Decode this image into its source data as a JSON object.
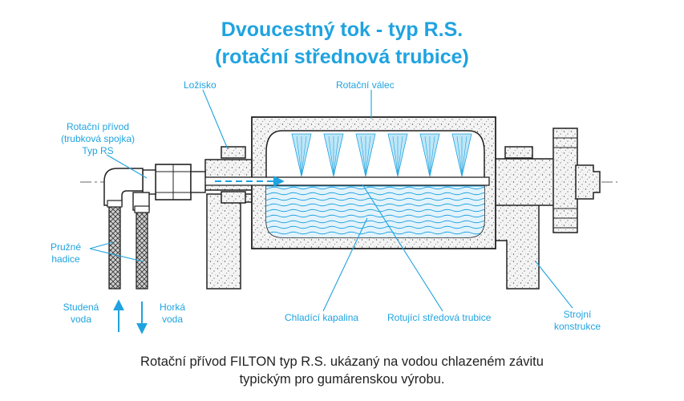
{
  "title": {
    "line1": "Dvoucestný tok - typ R.S.",
    "line2": "(rotační střednová trubice)"
  },
  "labels": {
    "bearing": "Ložisko",
    "rotary_cylinder": "Rotační válec",
    "rotary_joint_line1": "Rotační přívod",
    "rotary_joint_line2": "(trubková spojka)",
    "rotary_joint_line3": "Typ RS",
    "flexible_hoses_line1": "Pružné",
    "flexible_hoses_line2": "hadice",
    "cold_water_line1": "Studená",
    "cold_water_line2": "voda",
    "hot_water_line1": "Horká",
    "hot_water_line2": "voda",
    "coolant": "Chladící kapalina",
    "rotating_tube": "Rotující středová trubice",
    "machine_frame_line1": "Strojní",
    "machine_frame_line2": "konstrukce"
  },
  "caption": {
    "line1": "Rotační přívod FILTON typ R.S. ukázaný na vodou chlazeném závitu",
    "line2": "typickým pro gumárenskou výrobu."
  },
  "colors": {
    "accent": "#1fa3e0",
    "outline": "#222222",
    "water": "#dff1fb"
  }
}
